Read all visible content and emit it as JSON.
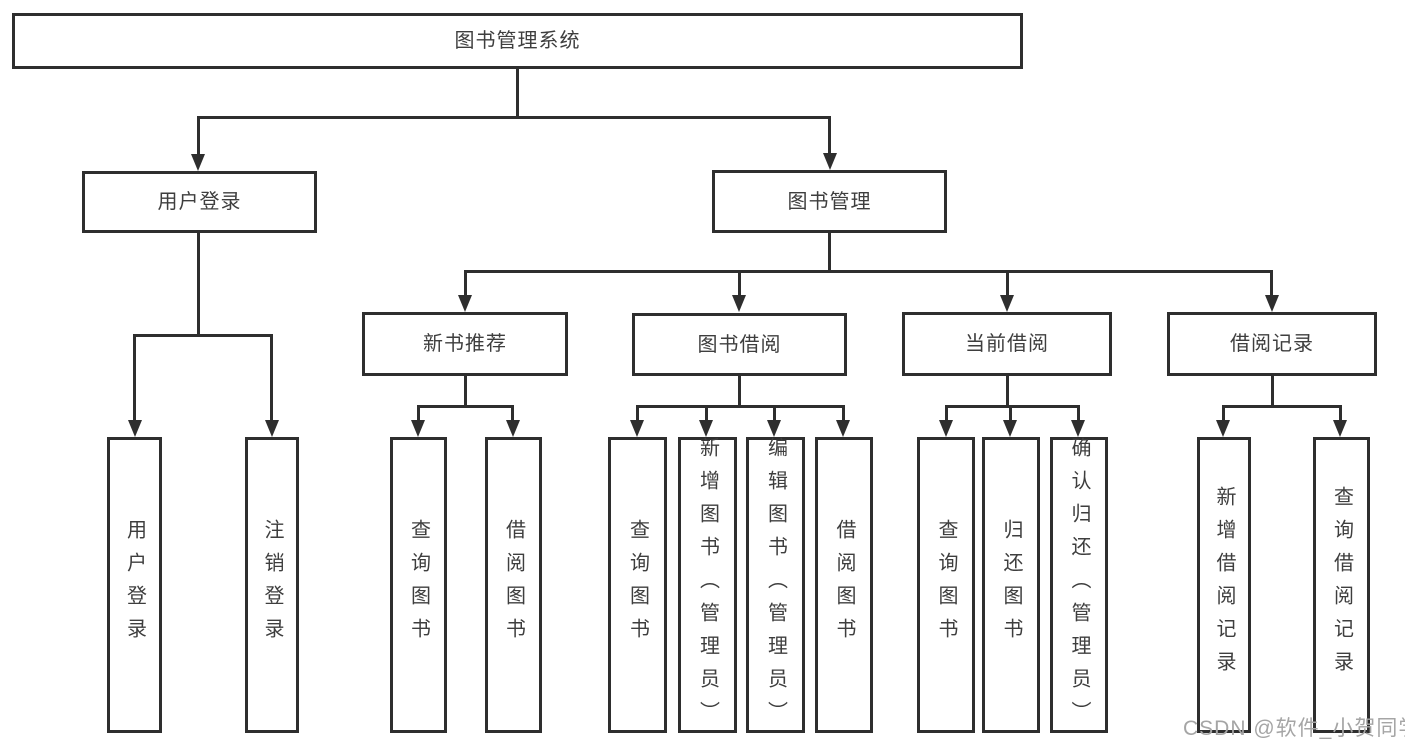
{
  "colors": {
    "line": "#2e2e2e",
    "text": "#3e3e3e",
    "watermark": "#a5a5a5",
    "background": "#ffffff"
  },
  "watermark": "CSDN @软件_小贺同学",
  "diagram": {
    "root": {
      "label": "图书管理系统"
    },
    "branches": [
      {
        "label": "用户登录",
        "children": [
          {
            "label": "用户登录"
          },
          {
            "label": "注销登录"
          }
        ]
      },
      {
        "label": "图书管理",
        "children": [
          {
            "label": "新书推荐",
            "children": [
              {
                "label": "查询图书"
              },
              {
                "label": "借阅图书"
              }
            ]
          },
          {
            "label": "图书借阅",
            "children": [
              {
                "label": "查询图书"
              },
              {
                "label": "新增图书（管理员）"
              },
              {
                "label": "编辑图书（管理员）"
              },
              {
                "label": "借阅图书"
              }
            ]
          },
          {
            "label": "当前借阅",
            "children": [
              {
                "label": "查询图书"
              },
              {
                "label": "归还图书"
              },
              {
                "label": "确认归还（管理员）"
              }
            ]
          },
          {
            "label": "借阅记录",
            "children": [
              {
                "label": "新增借阅记录"
              },
              {
                "label": "查询借阅记录"
              }
            ]
          }
        ]
      }
    ]
  }
}
